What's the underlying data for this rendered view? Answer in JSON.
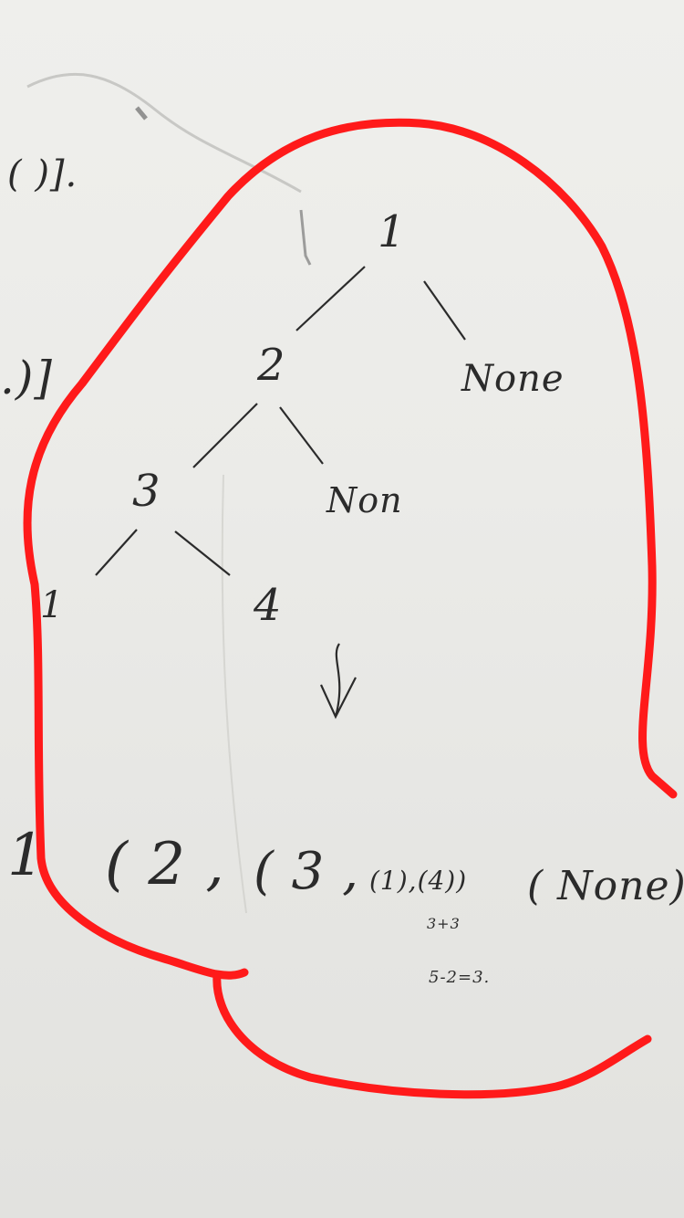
{
  "tree": {
    "root": "1",
    "left": "2",
    "right": "None",
    "left_left": "3",
    "left_right": "Non",
    "leaf_a": "1",
    "leaf_b": "4"
  },
  "expression": {
    "one": "1",
    "two": "( 2 ,",
    "three": "( 3 ,",
    "inner": "(1),(4))",
    "none_group": "( None)"
  },
  "notes": {
    "sum": "3+3",
    "calc": "5-2=3."
  },
  "margin_marks": {
    "top": "(   )].",
    "middle": ".)]"
  },
  "colors": {
    "pen": "#2b2b2b",
    "marker": "#ff1a1a"
  }
}
